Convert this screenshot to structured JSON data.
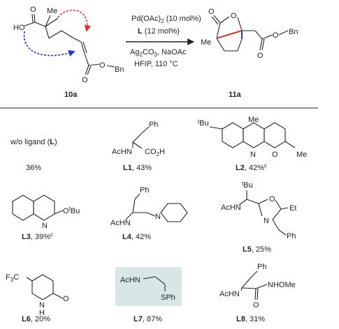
{
  "reaction": {
    "substrate": {
      "label": "10a",
      "atoms": {
        "ho": "HO",
        "o_acid": "O",
        "me": "Me",
        "o_ester": "O",
        "o_ester2": "O",
        "bn": "Bn"
      }
    },
    "product": {
      "label": "11a",
      "atoms": {
        "o_lactone": "O",
        "o_ring": "O",
        "me": "Me",
        "o_ester": "O",
        "o_ester2": "O",
        "bn": "Bn"
      }
    },
    "conditions": {
      "catalyst": "Pd(OAc)",
      "catalyst_sub": "2",
      "catalyst_load": " (10 mol%)",
      "ligand": "L",
      "ligand_load": " (12 mol%)",
      "base1": "Ag",
      "base1_sub": "2",
      "base1_rest": "CO",
      "base1_sub2": "3",
      "base2": ", NaOAc",
      "line3": "HFIP, 110 °C"
    },
    "colors": {
      "red_arrow": "#e03030",
      "blue_arrow": "#2436d8",
      "highlight": "#d8e6e6"
    }
  },
  "ligands": [
    {
      "id": "w/o",
      "text": "w/o ligand (",
      "bold": "L",
      "close": ")",
      "yield": "36%"
    },
    {
      "id": "L1",
      "bold": "L1",
      "yield": ", 43%",
      "atoms": [
        "Ph",
        "AcHN",
        "CO",
        "2",
        "H"
      ]
    },
    {
      "id": "L2",
      "bold": "L2",
      "yield": ", 42%",
      "sup": "c",
      "atoms": [
        "t",
        "Bu",
        "Me",
        "N",
        "O",
        "Me"
      ]
    },
    {
      "id": "L3",
      "bold": "L3",
      "yield": ", 39%",
      "sup": "c",
      "atoms": [
        "N",
        "O",
        "t",
        "Bu"
      ]
    },
    {
      "id": "L4",
      "bold": "L4",
      "yield": ", 42%",
      "atoms": [
        "Ph",
        "AcHN",
        "N"
      ]
    },
    {
      "id": "L5",
      "bold": "L5",
      "yield": ", 25%",
      "atoms": [
        "t",
        "Bu",
        "AcHN",
        "O",
        "N",
        "Et",
        "Ph"
      ]
    },
    {
      "id": "L6",
      "bold": "L6",
      "yield": ", 20%",
      "atoms": [
        "F",
        "3",
        "C",
        "N",
        "H",
        "O"
      ]
    },
    {
      "id": "L7",
      "bold": "L7",
      "yield": ", 87%",
      "atoms": [
        "AcHN",
        "SPh"
      ]
    },
    {
      "id": "L8",
      "bold": "L8",
      "yield": ", 31%",
      "atoms": [
        "Ph",
        "AcHN",
        "NHOMe",
        "O"
      ]
    }
  ]
}
